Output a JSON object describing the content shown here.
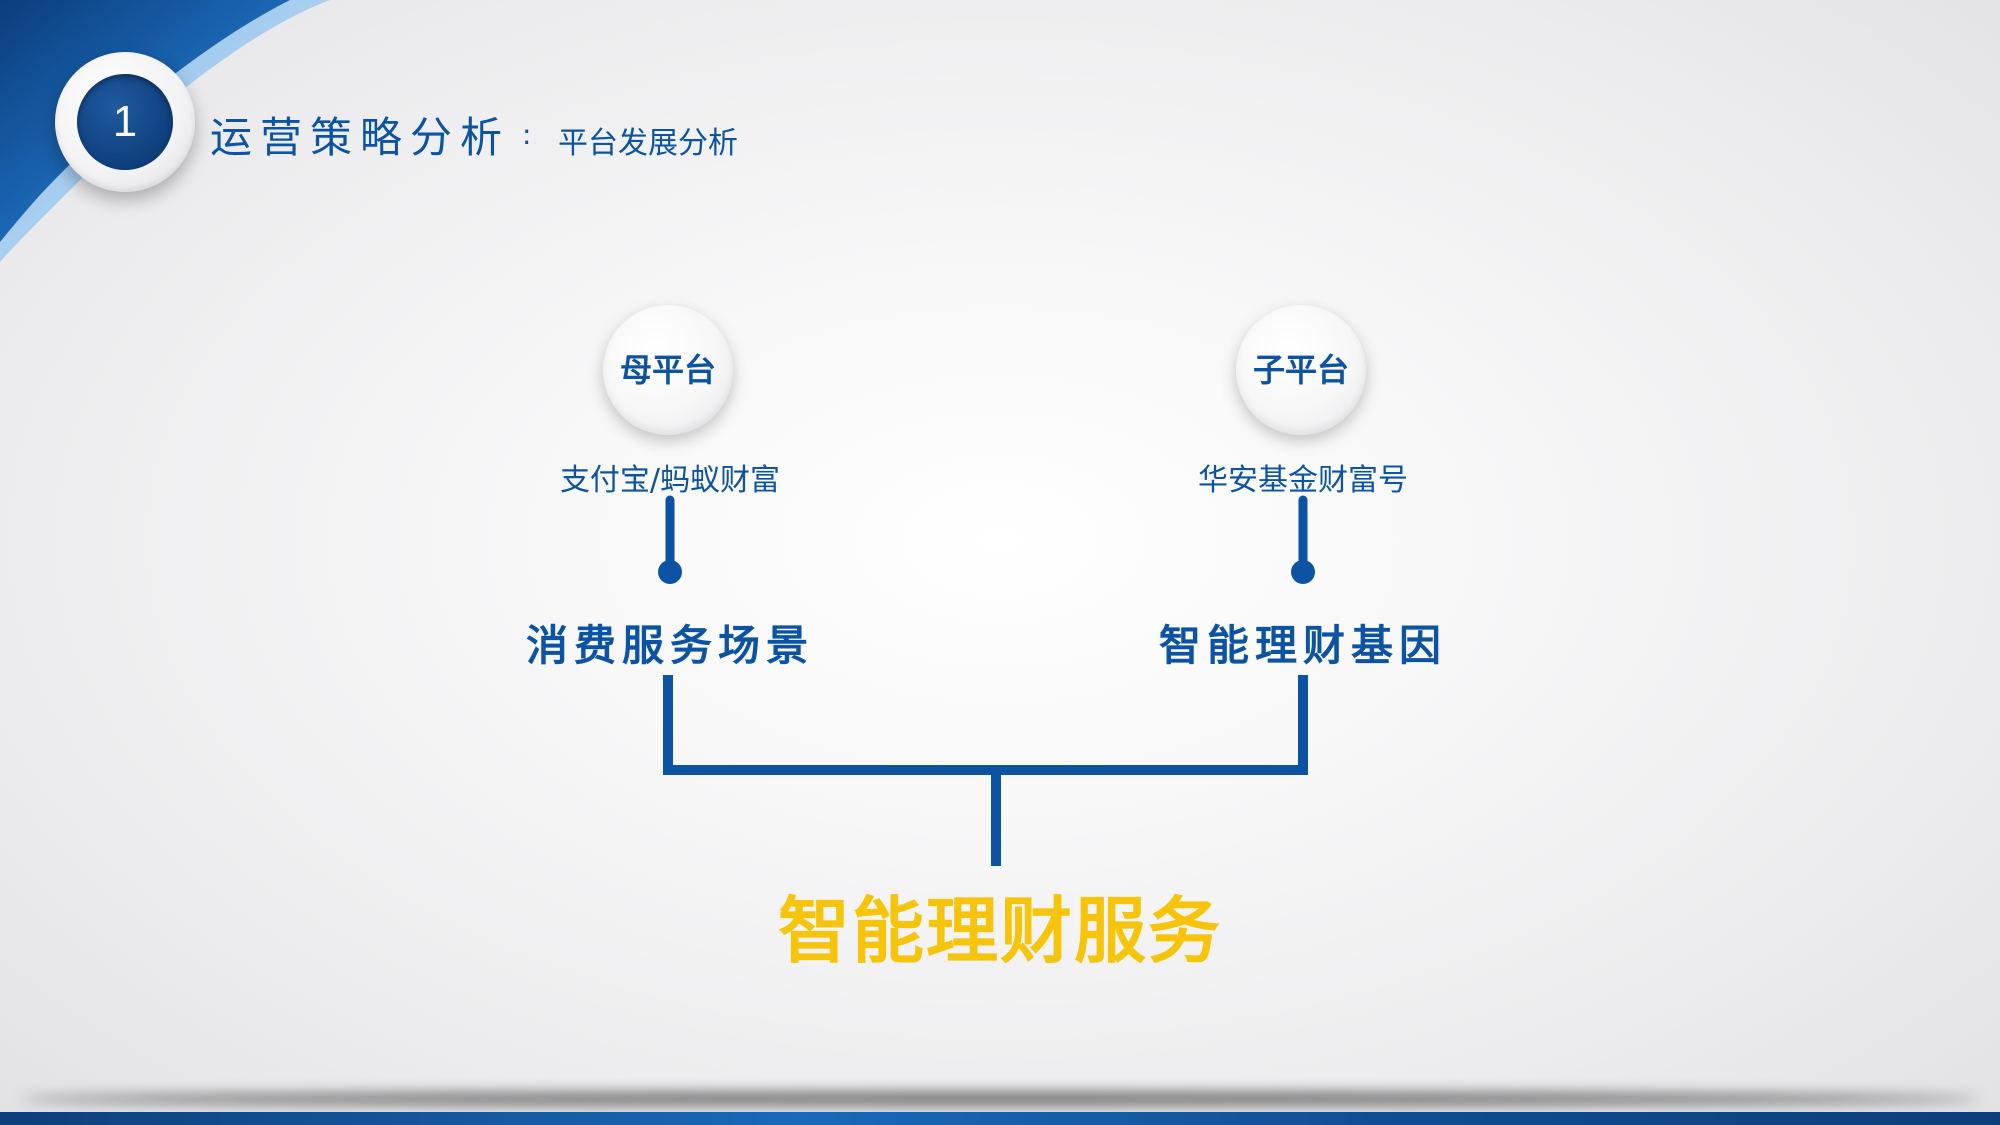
{
  "header": {
    "badge_number": "1",
    "title": "运营策略分析",
    "separator": ":",
    "subtitle": "平台发展分析"
  },
  "diagram": {
    "left": {
      "circle_label": "母平台",
      "caption": "支付宝/蚂蚁财富",
      "heading": "消费服务场景"
    },
    "right": {
      "circle_label": "子平台",
      "caption": "华安基金财富号",
      "heading": "智能理财基因"
    },
    "result": "智能理财服务"
  },
  "colors": {
    "primary_blue": "#0c54a3",
    "dark_blue": "#0f3f7d",
    "accent_yellow": "#f6c40b"
  }
}
